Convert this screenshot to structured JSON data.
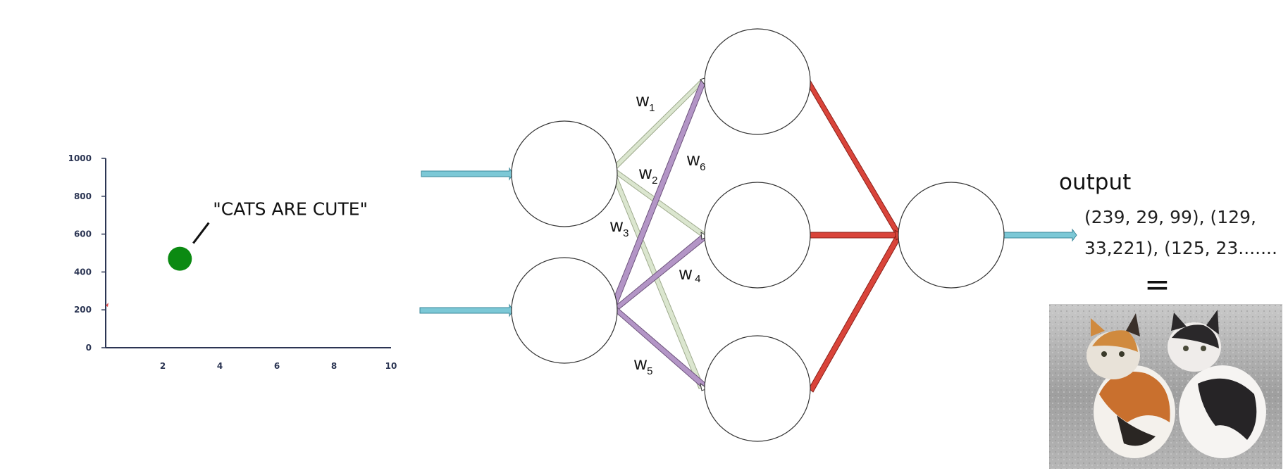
{
  "chart": {
    "y_ticks": [
      "1000",
      "800",
      "600",
      "400",
      "200",
      "0"
    ],
    "x_ticks": [
      "2",
      "4",
      "6",
      "8",
      "10"
    ],
    "annotation": "\"CATS ARE CUTE\"",
    "point_color": "#0b8a12"
  },
  "chart_data": {
    "type": "scatter",
    "title": "",
    "xlabel": "",
    "ylabel": "",
    "xlim": [
      0,
      10
    ],
    "ylim": [
      0,
      1000
    ],
    "x_tick_labels": [
      "2",
      "4",
      "6",
      "8",
      "10"
    ],
    "y_tick_labels": [
      "0",
      "200",
      "400",
      "600",
      "800",
      "1000"
    ],
    "points": [
      {
        "x": 2.6,
        "y": 470,
        "label": "\"CATS ARE CUTE\"",
        "color": "#0b8a12"
      }
    ],
    "grid": false
  },
  "network": {
    "weights": [
      {
        "base": "w",
        "sub": "1"
      },
      {
        "base": "w",
        "sub": "2"
      },
      {
        "base": "w",
        "sub": "3"
      },
      {
        "base": "w",
        "sub": "4"
      },
      {
        "base": "w",
        "sub": "5"
      },
      {
        "base": "w",
        "sub": "6"
      }
    ],
    "colors": {
      "input_arrow": "#7cc8d6",
      "green_edge": "#dbe6cf",
      "purple_edge": "#b395c6",
      "red_edge": "#d9443a"
    }
  },
  "output": {
    "title": "output",
    "line1": "(239, 29, 99), (129,",
    "line2": "33,221), (125, 23.......",
    "equals": "="
  },
  "image": {
    "icon": "kittens-photo-icon"
  }
}
